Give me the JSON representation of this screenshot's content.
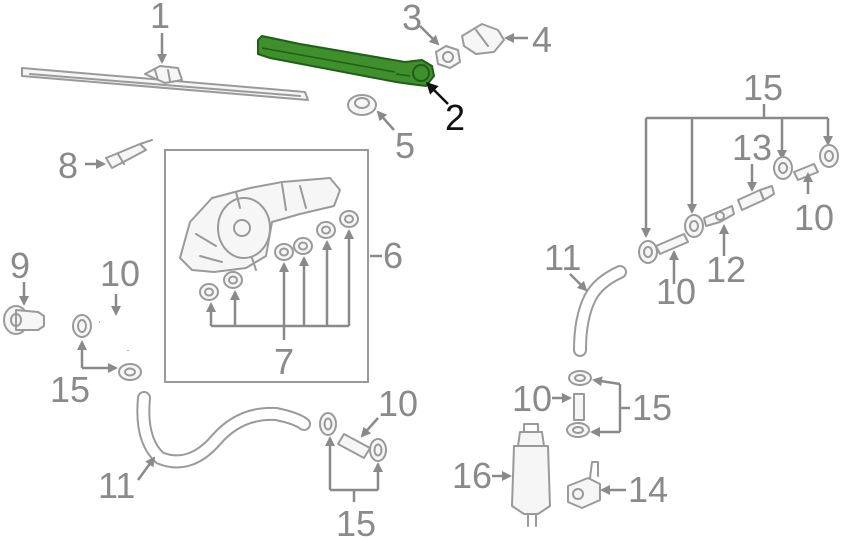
{
  "diagram": {
    "callouts": {
      "n1": "1",
      "n2": "2",
      "n3": "3",
      "n4": "4",
      "n5": "5",
      "n6": "6",
      "n7": "7",
      "n8": "8",
      "n9": "9",
      "n10a": "10",
      "n10b": "10",
      "n10c": "10",
      "n10d": "10",
      "n11a": "11",
      "n11b": "11",
      "n12": "12",
      "n13": "13",
      "n14": "14",
      "n15a": "15",
      "n15b": "15",
      "n15c": "15",
      "n15d": "15",
      "n16": "16"
    },
    "colors": {
      "highlight_part": "#3f8f2c",
      "line_gray": "#9a9a9a",
      "label_gray": "#8a8a8a",
      "highlight_label": "#111111"
    },
    "highlighted_part": "2"
  }
}
